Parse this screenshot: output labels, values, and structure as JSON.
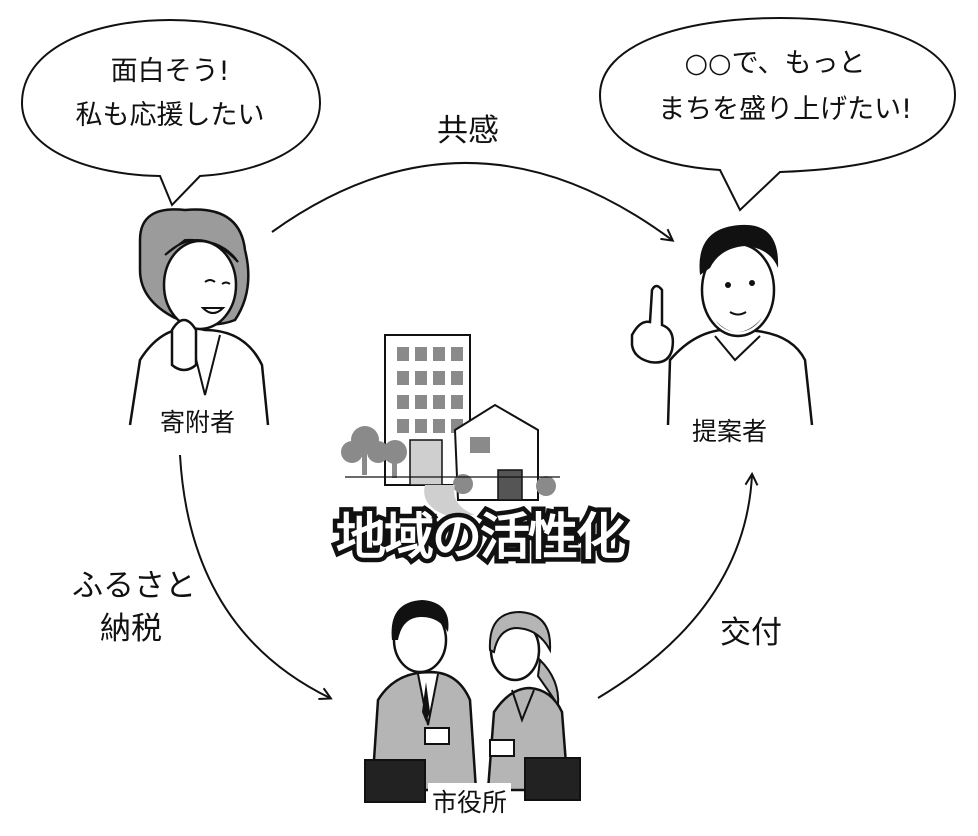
{
  "bubbles": {
    "donor": {
      "line1": "面白そう!",
      "line2": "私も応援したい"
    },
    "proposer": {
      "line1": "○○で、もっと",
      "line2": "まちを盛り上げたい!"
    }
  },
  "nodes": {
    "donor": "寄附者",
    "proposer": "提案者",
    "city_hall": "市役所"
  },
  "edges": {
    "sympathy": "共感",
    "furusato_tax": {
      "line1": "ふるさと",
      "line2": "納税"
    },
    "grant": "交付"
  },
  "center": {
    "title": "地域の活性化"
  }
}
